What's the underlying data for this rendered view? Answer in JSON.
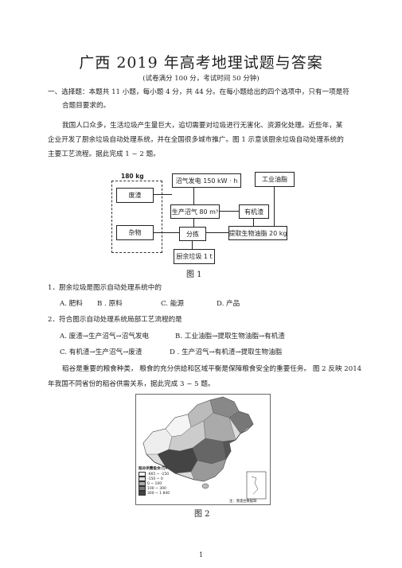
{
  "doc": {
    "title": "广西 2019 年高考地理试题与答案",
    "subtitle": "(试卷满分   100 分，考试时间    50 分钟)",
    "section_intro_1": "一、选择题：本题共    11 小题，每小题    4 分，共  44 分。在每小题给出的四个选项中，只有一项是符",
    "section_intro_2": "合题目要求的。",
    "para1_1": "我国人口众多，生活垃圾产生量巨大，追切需要对垃圾进行无害化、资源化处理。近些年，某",
    "para1_2": "企业开发了厨余垃圾自动处理系统，并在全国很多城市推广。图          1 示意该厨余垃圾自动处理系统的",
    "para1_3": "主要工艺流程。据此完成      1 ~ 2 题。",
    "figure1_caption": "图 1",
    "q1": "1．厨余垃圾是图示自动处理系统中的",
    "q1_options": [
      "A. 肥料",
      "B  . 原料",
      "C. 能源",
      "D. 产品"
    ],
    "q2": "2．符合图示自动处理系统局部工艺流程的是",
    "q2_a": "A. 废渣→生产沼气→沼气发电",
    "q2_b": "B. 工业油脂→提取生物油脂→有机渣",
    "q2_c": "C. 有机渣→生产沼气→废渣",
    "q2_d": "D  . 生产沼气→有机渣→提取生物油脂",
    "para2_1": "稻谷是重要的粮食种类，   粮食的充分供给和区域平衡是保障粮食安全的重要任务。       图 2 反映  2014",
    "para2_2": "年我国不同省份的稻谷供需关系，据此完成         3 ~ 5 题。",
    "figure2_caption": "图 2",
    "page_number": "1"
  },
  "flowchart": {
    "mass_label": "180 kg",
    "waste_residue": "废渣",
    "sundries": "杂物",
    "biogas_power": "沼气发电 150 kW · h",
    "industrial_oil": "工业油脂",
    "biogas_production": "生产沼气 80 m³",
    "organic_residue": "有机渣",
    "sorting": "分拣",
    "oil_extraction": "提取生物油脂 20 kg",
    "kitchen_waste": "厨余垃圾 1 t"
  },
  "map": {
    "legend_title": "稻谷供需盈余/万t",
    "legend_items": [
      "-665 ~ -150",
      "-150 ~ 0",
      "0 ~ 100",
      "100 ~ 300",
      "300 ~ 1 840"
    ],
    "note": "注：港澳台数据缺"
  }
}
